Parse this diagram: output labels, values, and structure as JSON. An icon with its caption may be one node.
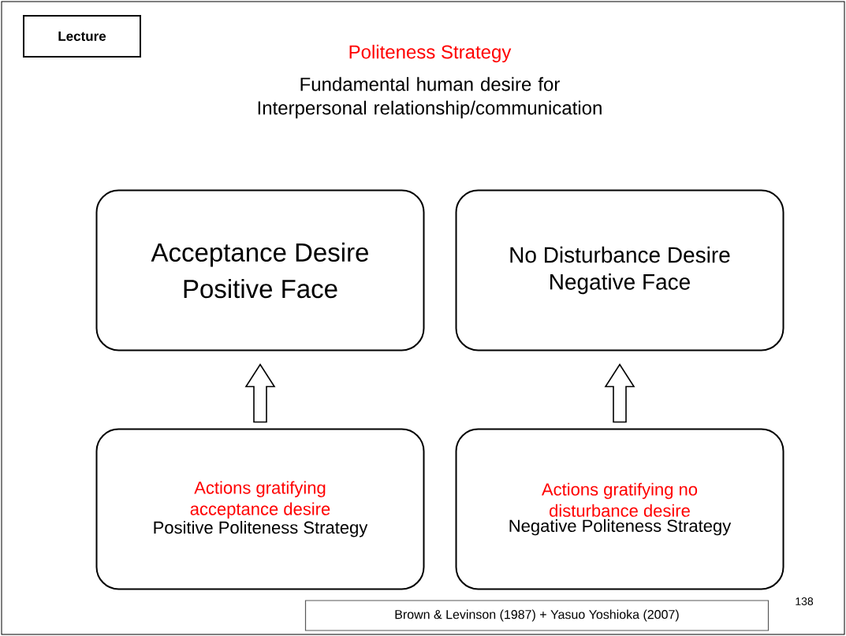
{
  "diagram": {
    "title": "Politeness Strategy",
    "nodes": [
      {
        "text": [
          "Lecture"
        ]
      },
      {
        "text": [
          "Acceptance Desire",
          "Positive Face"
        ]
      },
      {
        "text": [
          "No Disturbance Desire",
          "Negative Face"
        ]
      },
      {
        "text": [
          "Actions gratifying acceptance desire",
          "Positive Politeness Strategy"
        ]
      },
      {
        "text": [
          "Actions gratifying no disturbance desire",
          "Negative Politeness Strategy"
        ]
      },
      {
        "text": [
          "Brown & Levinson (1987) + Yasuo Yoshioka (2007)"
        ]
      }
    ],
    "edges": [
      {
        "from": 3,
        "to": 1,
        "arrow": "to"
      },
      {
        "from": 4,
        "to": 2,
        "arrow": "to"
      }
    ],
    "labels": [
      "Fundamental human desire for Interpersonal relationship/communication",
      "138"
    ]
  }
}
